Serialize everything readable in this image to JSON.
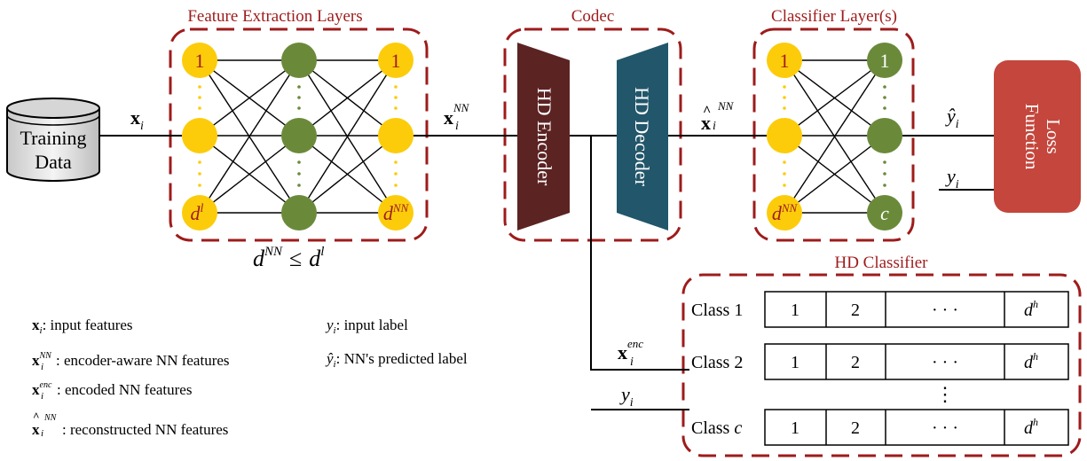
{
  "titles": {
    "feature_extraction": "Feature Extraction Layers",
    "codec": "Codec",
    "classifier": "Classifier Layer(s)",
    "hd_classifier": "HD Classifier"
  },
  "training_data": {
    "line1": "Training",
    "line2": "Data"
  },
  "encoder_label": "HD Encoder",
  "decoder_label": "HD Decoder",
  "loss_label": {
    "line1": "Loss",
    "line2": "Function"
  },
  "nodes": {
    "one": "1",
    "c": "c",
    "d": "d",
    "l": "l",
    "nn": "NN"
  },
  "signals": {
    "x": "x",
    "i": "i",
    "nn": "NN",
    "enc": "enc",
    "y": "y",
    "yhat": "ŷ",
    "hat": "^"
  },
  "constraint": {
    "d": "d",
    "nn": "NN",
    "le": "≤",
    "l": "l"
  },
  "hd_table": {
    "classes": [
      {
        "label": "Class 1"
      },
      {
        "label": "Class 2"
      },
      {
        "label": "Class "
      }
    ],
    "class_var": "c",
    "cells": [
      "1",
      "2",
      "· · ·",
      "d"
    ],
    "dim_sup": "h",
    "vdots": "⋮"
  },
  "legend": {
    "input_features": ": input features",
    "encoder_aware": ": encoder-aware NN features",
    "encoded": ": encoded NN features",
    "reconstructed": ": reconstructed NN features",
    "input_label": ": input label",
    "predicted_label": ": NN's predicted label"
  },
  "colors": {
    "dash_border": "#9e1b1b",
    "yellow_node": "#fccc0a",
    "green_node": "#6a8a3a",
    "encoder": "#5c2323",
    "decoder": "#22566a",
    "loss": "#c4463c",
    "title_red": "#9e1b1b"
  }
}
